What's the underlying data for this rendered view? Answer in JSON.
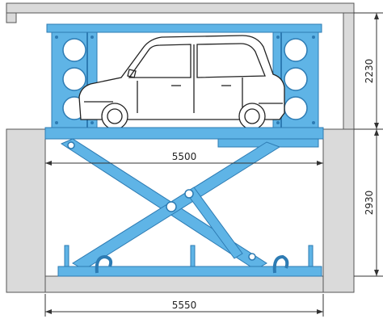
{
  "dimensions": {
    "platform_width": "5500",
    "pit_width": "5550",
    "upper_height": "2230",
    "pit_height": "2930"
  },
  "colors": {
    "lift_blue": "#5fb4e6",
    "lift_dark": "#2d7bb3",
    "concrete": "#dadada",
    "line": "#333333"
  },
  "icons": {
    "vehicle": "suv-car-icon",
    "lift": "scissor-lift-icon"
  }
}
